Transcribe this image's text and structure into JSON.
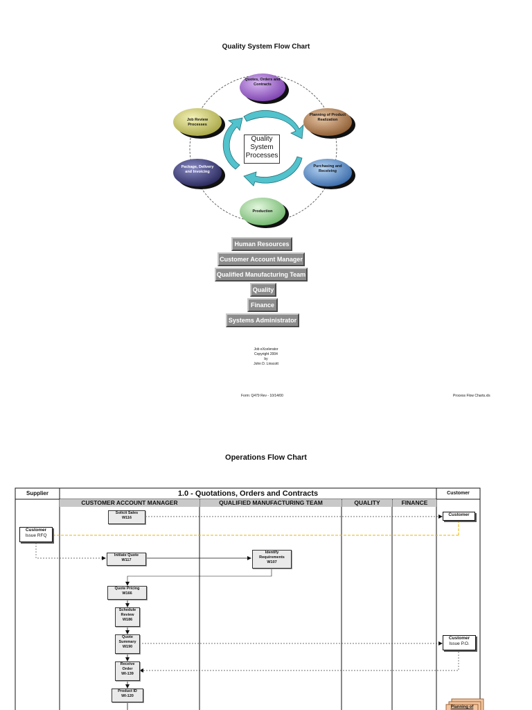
{
  "page1": {
    "title": "Quality System Flow Chart",
    "center_label": "Quality System Processes",
    "processes": [
      {
        "label": "Quotes, Orders and Contracts",
        "color": "#9a5fc8"
      },
      {
        "label": "Planning of Product Realization",
        "color": "#b98557"
      },
      {
        "label": "Purchasing and Receiving",
        "color": "#5b8fc8"
      },
      {
        "label": "Production",
        "color": "#9fd59a"
      },
      {
        "label": "Package, Delivery and Invoicing",
        "color": "#3f3f78"
      },
      {
        "label": "Job Review Processes",
        "color": "#d2d078"
      }
    ],
    "roles": [
      "Human Resources",
      "Customer Account Manager",
      "Qualified Manufacturing Team",
      "Quality",
      "Finance",
      "Systems Administrator"
    ],
    "copyright": [
      "Job eXcelerator",
      "Copyright 2004",
      "by",
      "John D. Linscott"
    ],
    "footer_form": "Form: Q479 Rev - 10/14/00",
    "footer_file": "Process Flow Charts.xls"
  },
  "page2": {
    "title": "Operations Flow Chart",
    "header_supplier": "Supplier",
    "header_main": "1.0 - Quotations, Orders and Contracts",
    "header_customer": "Customer",
    "lanes": [
      "CUSTOMER ACCOUNT MANAGER",
      "QUALIFIED MANUFACTURING TEAM",
      "QUALITY",
      "FINANCE"
    ],
    "steps": {
      "solicit_sales": [
        "Solicit Sales",
        "W116"
      ],
      "initiate_quote": [
        "Initiate Quote",
        "W117"
      ],
      "identify_requirements": [
        "Identify",
        "Requirements",
        "W107"
      ],
      "quote_pricing": [
        "Quote Pricing",
        "W166"
      ],
      "schedule_review": [
        "Schedule",
        "Review",
        "W186"
      ],
      "quote_summary": [
        "Quote",
        "Summary",
        "W190"
      ],
      "receive_order": [
        "Receive",
        "Order",
        "WI-139"
      ],
      "product_id": [
        "Product ID",
        "WI-120"
      ]
    },
    "customer_boxes": {
      "customer_rfq": [
        "Customer",
        "Issue RFQ"
      ],
      "customer_top": [
        "Customer"
      ],
      "customer_po": [
        "Customer",
        "Issue P.O."
      ]
    },
    "offpage_label": "Planning of"
  }
}
